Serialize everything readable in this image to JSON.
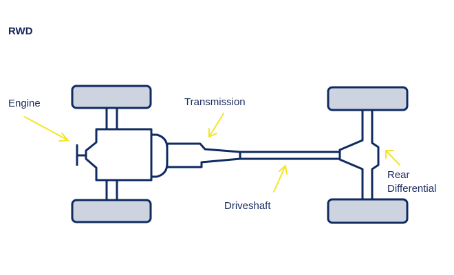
{
  "title": "RWD",
  "labels": {
    "engine": "Engine",
    "transmission": "Transmission",
    "driveshaft": "Driveshaft",
    "rear_differential_line1": "Rear",
    "rear_differential_line2": "Differential"
  },
  "colors": {
    "outline": "#0f2b62",
    "wheel_fill": "#cdd3df",
    "arrow": "#f2e52a",
    "text": "#1a2b5e"
  }
}
